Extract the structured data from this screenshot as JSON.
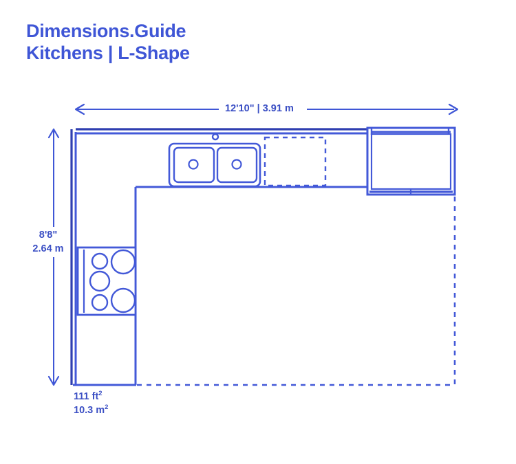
{
  "header": {
    "brand": "Dimensions.Guide",
    "subtitle": "Kitchens | L-Shape"
  },
  "dimensions": {
    "top": {
      "label": "12'10\" | 3.91 m",
      "imperial": "12'10\"",
      "metric": "3.91 m",
      "separator": "|"
    },
    "left": {
      "imperial": "8'8\"",
      "metric": "2.64 m"
    }
  },
  "area": {
    "imperial_value": "111 ft",
    "imperial_exp": "2",
    "metric_value": "10.3 m",
    "metric_exp": "2"
  },
  "colors": {
    "primary": "#3f56d6",
    "line": "#4359d8",
    "dark_line": "#2f3fb0",
    "text": "#3b4fc4",
    "background": "#ffffff"
  },
  "plan": {
    "type": "L-shape kitchen floor plan",
    "fixtures": [
      {
        "name": "double-basin-sink",
        "basins": 2,
        "faucet": true
      },
      {
        "name": "dishwasher",
        "style": "dashed-outline"
      },
      {
        "name": "refrigerator",
        "doors": 2
      },
      {
        "name": "cooktop",
        "burners": 5,
        "small_burners": 3,
        "large_burners": 2
      }
    ]
  }
}
